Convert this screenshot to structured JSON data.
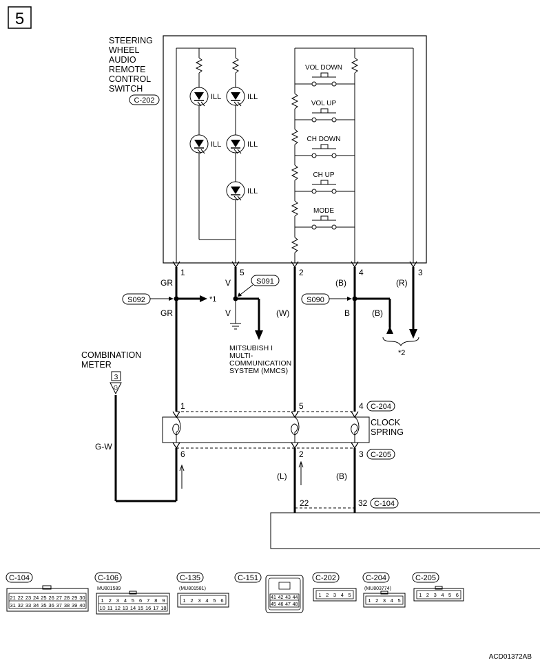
{
  "page_number": "5",
  "switch": {
    "name_lines": [
      "STEERING",
      "WHEEL",
      "AUDIO",
      "REMOTE",
      "CONTROL",
      "SWITCH"
    ],
    "connector": "C-202",
    "ill_label": "ILL",
    "buttons": [
      "VOL DOWN",
      "VOL UP",
      "CH DOWN",
      "CH UP",
      "MODE"
    ],
    "pins": [
      "1",
      "5",
      "2",
      "4",
      "3"
    ]
  },
  "wires": {
    "pin1_top_color": "GR",
    "pin1_bottom_color": "GR",
    "pin5_top_color": "V",
    "pin5_bottom_color": "V",
    "pin2_color": "(W)",
    "pin4_top_color": "(B)",
    "pin4_bottom_color": "B",
    "pin4_branch_color": "(B)",
    "pin3_color": "(R)",
    "meter_wire_color": "G-W",
    "lower_l": "(L)",
    "lower_b": "(B)"
  },
  "splices": {
    "s092": "S092",
    "s091": "S091",
    "s090": "S090"
  },
  "notes": {
    "note1": "*1",
    "note2": "*2"
  },
  "mmcs_label": [
    "MITSUBISH I",
    "MULTI-",
    "COMMUNICATION",
    "SYSTEM (MMCS)"
  ],
  "combination_meter": {
    "lines": [
      "COMBINATION",
      "METER"
    ],
    "pin": "3",
    "terminal": "G"
  },
  "clock_spring": {
    "lines": [
      "CLOCK",
      "SPRING"
    ],
    "top_pins": [
      "1",
      "5",
      "4"
    ],
    "top_connector": "C-204",
    "bottom_pins": [
      "6",
      "2",
      "3"
    ],
    "bottom_connector": "C-205"
  },
  "c104_pins": [
    "22",
    "32"
  ],
  "c104_connector": "C-104",
  "connector_views": [
    {
      "label": "C-104",
      "part": "",
      "rows": [
        [
          "21",
          "22",
          "23",
          "24",
          "25",
          "26",
          "27",
          "28",
          "29",
          "30"
        ],
        [
          "31",
          "32",
          "33",
          "34",
          "35",
          "36",
          "37",
          "38",
          "39",
          "40"
        ]
      ]
    },
    {
      "label": "C-106",
      "part": "MU801589",
      "rows": [
        [
          "1",
          "2",
          "3",
          "4",
          "5",
          "6",
          "7",
          "8",
          "9"
        ],
        [
          "10",
          "11",
          "12",
          "13",
          "14",
          "15",
          "16",
          "17",
          "18"
        ]
      ]
    },
    {
      "label": "C-135",
      "part": "(MU801581)",
      "rows": [
        [
          "1",
          "2",
          "3",
          "4",
          "5",
          "6"
        ]
      ]
    },
    {
      "label": "C-151",
      "part": "",
      "rows": [
        [
          "41",
          "42",
          "43",
          "44"
        ],
        [
          "45",
          "46",
          "47",
          "48"
        ]
      ]
    },
    {
      "label": "C-202",
      "part": "",
      "rows": [
        [
          "1",
          "2",
          "3",
          "4",
          "5"
        ]
      ]
    },
    {
      "label": "C-204",
      "part": "(MU803774)",
      "rows": [
        [
          "1",
          "2",
          "3",
          "4",
          "5"
        ]
      ]
    },
    {
      "label": "C-205",
      "part": "",
      "rows": [
        [
          "1",
          "2",
          "3",
          "4",
          "5",
          "6"
        ]
      ]
    }
  ],
  "diagram_code": "ACD01372AB"
}
